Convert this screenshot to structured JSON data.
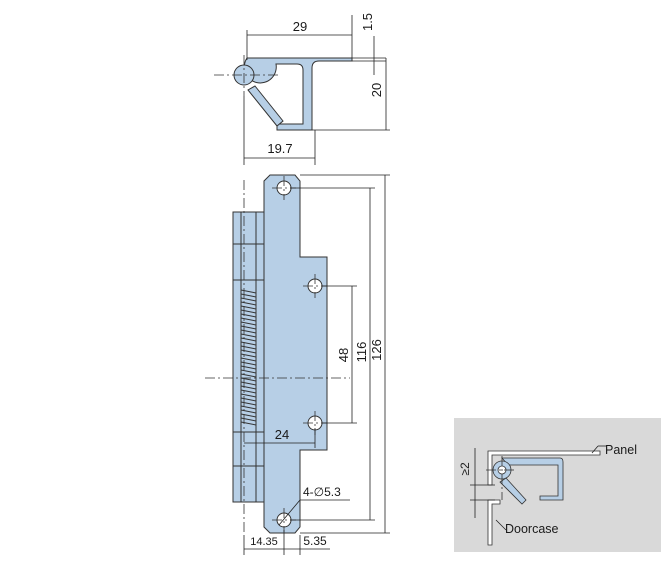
{
  "colors": {
    "part_fill": "#b7cfe6",
    "inset_background": "#d9d9d9",
    "line": "#222222"
  },
  "top_view": {
    "dim_width": "29",
    "dim_thickness": "1.5",
    "dim_height": "20",
    "dim_bottom_width": "19.7"
  },
  "front_view": {
    "dim_inner_holes": "48",
    "dim_outer_holes": "116",
    "dim_total_height": "126",
    "dim_hole_spacing_x": "24",
    "dim_holes": "4-∅5.3",
    "dim_left_offset": "14.35",
    "dim_right_offset": "5.35"
  },
  "inset": {
    "label_panel": "Panel",
    "label_doorcase": "Doorcase",
    "label_gap": "≥2"
  }
}
